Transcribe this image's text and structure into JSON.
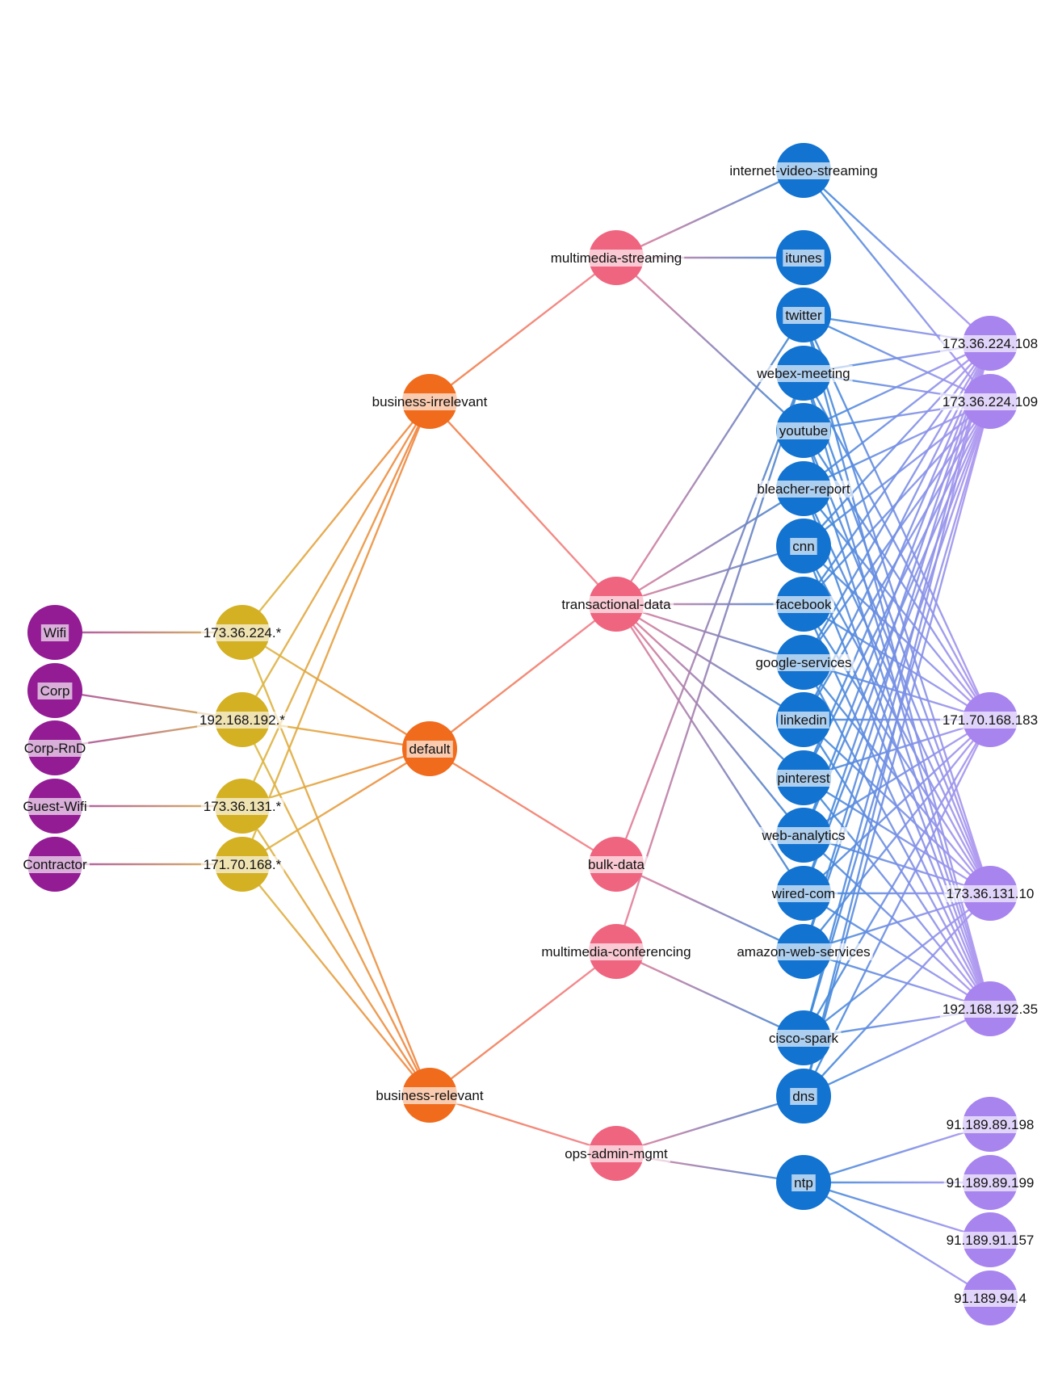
{
  "colors": {
    "segment": "#931c95",
    "subnet": "#d4b023",
    "relevance": "#f06b1c",
    "category": "#ef6580",
    "app": "#1273d1",
    "server": "#a884ef"
  },
  "nodes": [
    {
      "id": "wifi",
      "label": "Wifi",
      "group": "segment"
    },
    {
      "id": "corp",
      "label": "Corp",
      "group": "segment"
    },
    {
      "id": "corp-rnd",
      "label": "Corp-RnD",
      "group": "segment"
    },
    {
      "id": "guest-wifi",
      "label": "Guest-Wifi",
      "group": "segment"
    },
    {
      "id": "contractor",
      "label": "Contractor",
      "group": "segment"
    },
    {
      "id": "s-173-36-224",
      "label": "173.36.224.*",
      "group": "subnet"
    },
    {
      "id": "s-192-168-192",
      "label": "192.168.192.*",
      "group": "subnet"
    },
    {
      "id": "s-173-36-131",
      "label": "173.36.131.*",
      "group": "subnet"
    },
    {
      "id": "s-171-70-168",
      "label": "171.70.168.*",
      "group": "subnet"
    },
    {
      "id": "business-irrelevant",
      "label": "business-irrelevant",
      "group": "relevance"
    },
    {
      "id": "default",
      "label": "default",
      "group": "relevance"
    },
    {
      "id": "business-relevant",
      "label": "business-relevant",
      "group": "relevance"
    },
    {
      "id": "multimedia-streaming",
      "label": "multimedia-streaming",
      "group": "category"
    },
    {
      "id": "transactional-data",
      "label": "transactional-data",
      "group": "category"
    },
    {
      "id": "bulk-data",
      "label": "bulk-data",
      "group": "category"
    },
    {
      "id": "multimedia-conferencing",
      "label": "multimedia-conferencing",
      "group": "category"
    },
    {
      "id": "ops-admin-mgmt",
      "label": "ops-admin-mgmt",
      "group": "category"
    },
    {
      "id": "internet-video-streaming",
      "label": "internet-video-streaming",
      "group": "app"
    },
    {
      "id": "itunes",
      "label": "itunes",
      "group": "app"
    },
    {
      "id": "twitter",
      "label": "twitter",
      "group": "app"
    },
    {
      "id": "webex-meeting",
      "label": "webex-meeting",
      "group": "app"
    },
    {
      "id": "youtube",
      "label": "youtube",
      "group": "app"
    },
    {
      "id": "bleacher-report",
      "label": "bleacher-report",
      "group": "app"
    },
    {
      "id": "cnn",
      "label": "cnn",
      "group": "app"
    },
    {
      "id": "facebook",
      "label": "facebook",
      "group": "app"
    },
    {
      "id": "google-services",
      "label": "google-services",
      "group": "app"
    },
    {
      "id": "linkedin",
      "label": "linkedin",
      "group": "app"
    },
    {
      "id": "pinterest",
      "label": "pinterest",
      "group": "app"
    },
    {
      "id": "web-analytics",
      "label": "web-analytics",
      "group": "app"
    },
    {
      "id": "wired-com",
      "label": "wired-com",
      "group": "app"
    },
    {
      "id": "amazon-web-services",
      "label": "amazon-web-services",
      "group": "app"
    },
    {
      "id": "cisco-spark",
      "label": "cisco-spark",
      "group": "app"
    },
    {
      "id": "dns",
      "label": "dns",
      "group": "app"
    },
    {
      "id": "ntp",
      "label": "ntp",
      "group": "app"
    },
    {
      "id": "ip-173-36-224-108",
      "label": "173.36.224.108",
      "group": "server"
    },
    {
      "id": "ip-173-36-224-109",
      "label": "173.36.224.109",
      "group": "server"
    },
    {
      "id": "ip-171-70-168-183",
      "label": "171.70.168.183",
      "group": "server"
    },
    {
      "id": "ip-173-36-131-10",
      "label": "173.36.131.10",
      "group": "server"
    },
    {
      "id": "ip-192-168-192-35",
      "label": "192.168.192.35",
      "group": "server"
    },
    {
      "id": "ip-91-189-89-198",
      "label": "91.189.89.198",
      "group": "server"
    },
    {
      "id": "ip-91-189-89-199",
      "label": "91.189.89.199",
      "group": "server"
    },
    {
      "id": "ip-91-189-91-157",
      "label": "91.189.91.157",
      "group": "server"
    },
    {
      "id": "ip-91-189-94-4",
      "label": "91.189.94.4",
      "group": "server"
    }
  ],
  "edges": [
    [
      "wifi",
      "s-173-36-224"
    ],
    [
      "corp",
      "s-192-168-192"
    ],
    [
      "corp-rnd",
      "s-192-168-192"
    ],
    [
      "guest-wifi",
      "s-173-36-131"
    ],
    [
      "contractor",
      "s-171-70-168"
    ],
    [
      "s-173-36-224",
      "business-irrelevant"
    ],
    [
      "s-173-36-224",
      "default"
    ],
    [
      "s-173-36-224",
      "business-relevant"
    ],
    [
      "s-192-168-192",
      "business-irrelevant"
    ],
    [
      "s-192-168-192",
      "default"
    ],
    [
      "s-192-168-192",
      "business-relevant"
    ],
    [
      "s-173-36-131",
      "business-irrelevant"
    ],
    [
      "s-173-36-131",
      "default"
    ],
    [
      "s-173-36-131",
      "business-relevant"
    ],
    [
      "s-171-70-168",
      "business-irrelevant"
    ],
    [
      "s-171-70-168",
      "default"
    ],
    [
      "s-171-70-168",
      "business-relevant"
    ],
    [
      "business-irrelevant",
      "multimedia-streaming"
    ],
    [
      "business-irrelevant",
      "transactional-data"
    ],
    [
      "default",
      "transactional-data"
    ],
    [
      "default",
      "bulk-data"
    ],
    [
      "business-relevant",
      "multimedia-conferencing"
    ],
    [
      "business-relevant",
      "ops-admin-mgmt"
    ],
    [
      "multimedia-streaming",
      "internet-video-streaming"
    ],
    [
      "multimedia-streaming",
      "itunes"
    ],
    [
      "multimedia-streaming",
      "youtube"
    ],
    [
      "transactional-data",
      "twitter"
    ],
    [
      "transactional-data",
      "bleacher-report"
    ],
    [
      "transactional-data",
      "cnn"
    ],
    [
      "transactional-data",
      "facebook"
    ],
    [
      "transactional-data",
      "google-services"
    ],
    [
      "transactional-data",
      "linkedin"
    ],
    [
      "transactional-data",
      "pinterest"
    ],
    [
      "transactional-data",
      "web-analytics"
    ],
    [
      "transactional-data",
      "wired-com"
    ],
    [
      "bulk-data",
      "webex-meeting"
    ],
    [
      "bulk-data",
      "amazon-web-services"
    ],
    [
      "multimedia-conferencing",
      "webex-meeting"
    ],
    [
      "multimedia-conferencing",
      "cisco-spark"
    ],
    [
      "ops-admin-mgmt",
      "dns"
    ],
    [
      "ops-admin-mgmt",
      "ntp"
    ],
    [
      "internet-video-streaming",
      "ip-173-36-224-108"
    ],
    [
      "internet-video-streaming",
      "ip-173-36-224-109"
    ],
    [
      "twitter",
      "ip-173-36-224-108"
    ],
    [
      "twitter",
      "ip-173-36-224-109"
    ],
    [
      "twitter",
      "ip-171-70-168-183"
    ],
    [
      "twitter",
      "ip-173-36-131-10"
    ],
    [
      "twitter",
      "ip-192-168-192-35"
    ],
    [
      "webex-meeting",
      "ip-173-36-224-108"
    ],
    [
      "webex-meeting",
      "ip-173-36-224-109"
    ],
    [
      "webex-meeting",
      "ip-171-70-168-183"
    ],
    [
      "webex-meeting",
      "ip-173-36-131-10"
    ],
    [
      "webex-meeting",
      "ip-192-168-192-35"
    ],
    [
      "youtube",
      "ip-173-36-224-108"
    ],
    [
      "youtube",
      "ip-173-36-224-109"
    ],
    [
      "youtube",
      "ip-171-70-168-183"
    ],
    [
      "youtube",
      "ip-173-36-131-10"
    ],
    [
      "youtube",
      "ip-192-168-192-35"
    ],
    [
      "bleacher-report",
      "ip-173-36-224-108"
    ],
    [
      "bleacher-report",
      "ip-173-36-224-109"
    ],
    [
      "bleacher-report",
      "ip-171-70-168-183"
    ],
    [
      "bleacher-report",
      "ip-173-36-131-10"
    ],
    [
      "bleacher-report",
      "ip-192-168-192-35"
    ],
    [
      "cnn",
      "ip-173-36-224-108"
    ],
    [
      "cnn",
      "ip-173-36-224-109"
    ],
    [
      "cnn",
      "ip-171-70-168-183"
    ],
    [
      "cnn",
      "ip-173-36-131-10"
    ],
    [
      "cnn",
      "ip-192-168-192-35"
    ],
    [
      "facebook",
      "ip-173-36-224-108"
    ],
    [
      "facebook",
      "ip-173-36-224-109"
    ],
    [
      "facebook",
      "ip-171-70-168-183"
    ],
    [
      "facebook",
      "ip-173-36-131-10"
    ],
    [
      "facebook",
      "ip-192-168-192-35"
    ],
    [
      "google-services",
      "ip-173-36-224-108"
    ],
    [
      "google-services",
      "ip-173-36-224-109"
    ],
    [
      "google-services",
      "ip-171-70-168-183"
    ],
    [
      "google-services",
      "ip-173-36-131-10"
    ],
    [
      "google-services",
      "ip-192-168-192-35"
    ],
    [
      "linkedin",
      "ip-173-36-224-108"
    ],
    [
      "linkedin",
      "ip-173-36-224-109"
    ],
    [
      "linkedin",
      "ip-171-70-168-183"
    ],
    [
      "linkedin",
      "ip-173-36-131-10"
    ],
    [
      "linkedin",
      "ip-192-168-192-35"
    ],
    [
      "pinterest",
      "ip-173-36-224-108"
    ],
    [
      "pinterest",
      "ip-173-36-224-109"
    ],
    [
      "pinterest",
      "ip-171-70-168-183"
    ],
    [
      "pinterest",
      "ip-173-36-131-10"
    ],
    [
      "pinterest",
      "ip-192-168-192-35"
    ],
    [
      "web-analytics",
      "ip-173-36-224-108"
    ],
    [
      "web-analytics",
      "ip-173-36-224-109"
    ],
    [
      "web-analytics",
      "ip-171-70-168-183"
    ],
    [
      "web-analytics",
      "ip-173-36-131-10"
    ],
    [
      "web-analytics",
      "ip-192-168-192-35"
    ],
    [
      "wired-com",
      "ip-173-36-224-108"
    ],
    [
      "wired-com",
      "ip-173-36-224-109"
    ],
    [
      "wired-com",
      "ip-171-70-168-183"
    ],
    [
      "wired-com",
      "ip-173-36-131-10"
    ],
    [
      "wired-com",
      "ip-192-168-192-35"
    ],
    [
      "amazon-web-services",
      "ip-173-36-224-108"
    ],
    [
      "amazon-web-services",
      "ip-173-36-224-109"
    ],
    [
      "amazon-web-services",
      "ip-171-70-168-183"
    ],
    [
      "amazon-web-services",
      "ip-173-36-131-10"
    ],
    [
      "amazon-web-services",
      "ip-192-168-192-35"
    ],
    [
      "cisco-spark",
      "ip-173-36-224-108"
    ],
    [
      "cisco-spark",
      "ip-173-36-224-109"
    ],
    [
      "cisco-spark",
      "ip-171-70-168-183"
    ],
    [
      "cisco-spark",
      "ip-173-36-131-10"
    ],
    [
      "cisco-spark",
      "ip-192-168-192-35"
    ],
    [
      "dns",
      "ip-173-36-224-108"
    ],
    [
      "dns",
      "ip-173-36-224-109"
    ],
    [
      "dns",
      "ip-171-70-168-183"
    ],
    [
      "dns",
      "ip-173-36-131-10"
    ],
    [
      "dns",
      "ip-192-168-192-35"
    ],
    [
      "ntp",
      "ip-91-189-89-198"
    ],
    [
      "ntp",
      "ip-91-189-89-199"
    ],
    [
      "ntp",
      "ip-91-189-91-157"
    ],
    [
      "ntp",
      "ip-91-189-94-4"
    ]
  ]
}
